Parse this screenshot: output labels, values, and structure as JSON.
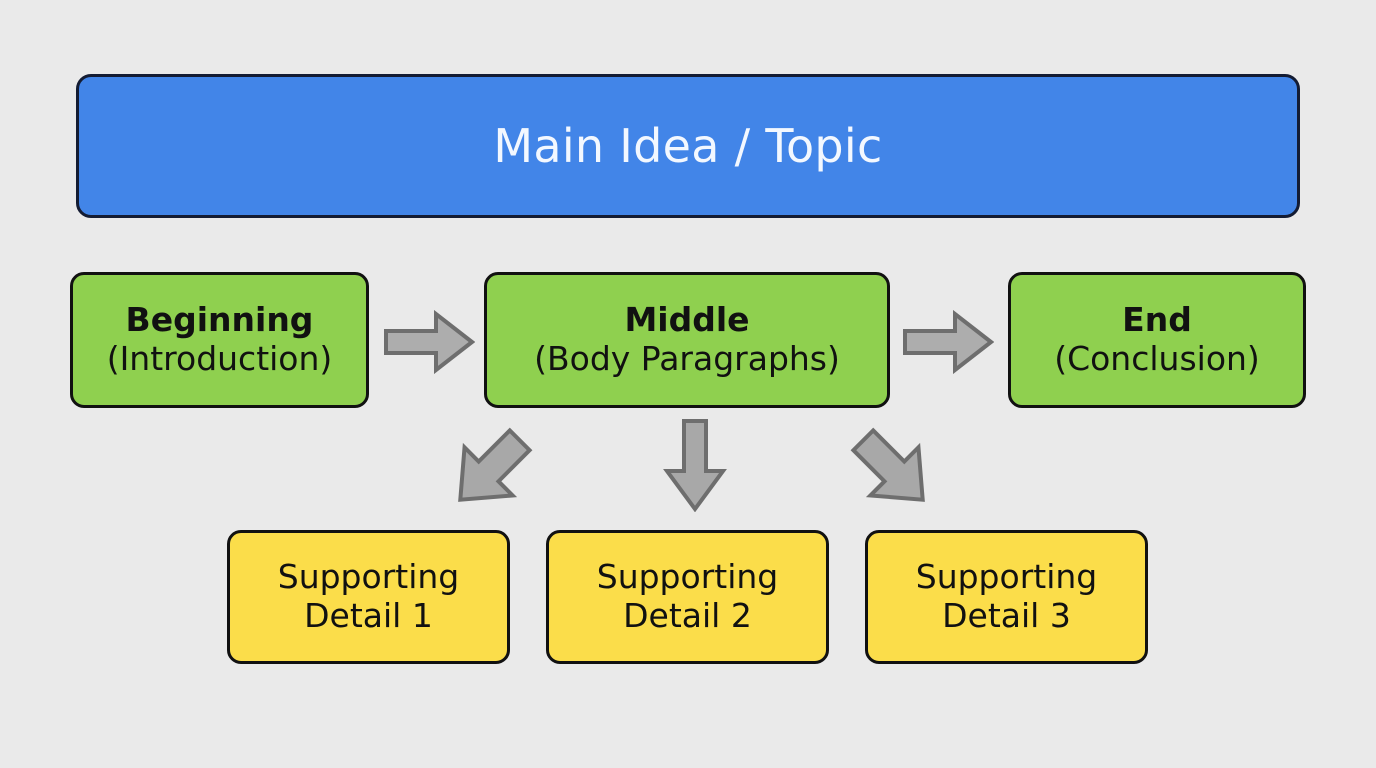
{
  "diagram": {
    "title_node": {
      "label": "Main Idea / Topic",
      "fill": "#4285e8",
      "border": "#141c33",
      "text_color": "#f3f8ff"
    },
    "background_color": "#eaeaea",
    "stage_nodes": [
      {
        "name": "beginning",
        "line_1": "Beginning",
        "line_2": "(Introduction)",
        "fill": "#8fd04f",
        "border": "#111111"
      },
      {
        "name": "middle",
        "line_1": "Middle",
        "line_2": "(Body Paragraphs)",
        "fill": "#8fd04f",
        "border": "#111111"
      },
      {
        "name": "end",
        "line_1": "End",
        "line_2": "(Conclusion)",
        "fill": "#8fd04f",
        "border": "#111111"
      }
    ],
    "detail_nodes": [
      {
        "name": "supporting-detail-1",
        "line_1": "Supporting",
        "line_2": "Detail 1",
        "fill": "#fbdd4a",
        "border": "#111111"
      },
      {
        "name": "supporting-detail-2",
        "line_1": "Supporting",
        "line_2": "Detail 2",
        "fill": "#fbdd4a",
        "border": "#111111"
      },
      {
        "name": "supporting-detail-3",
        "line_1": "Supporting",
        "line_2": "Detail 3",
        "fill": "#fbdd4a",
        "border": "#111111"
      }
    ],
    "connectors": [
      {
        "name": "beginning-to-middle",
        "direction": "right",
        "fill": "#adadad",
        "border": "#6e6e6e"
      },
      {
        "name": "middle-to-end",
        "direction": "right",
        "fill": "#adadad",
        "border": "#6e6e6e"
      },
      {
        "name": "middle-to-detail-1",
        "direction": "down-left",
        "fill": "#a8a8a8",
        "border": "#6e6e6e"
      },
      {
        "name": "middle-to-detail-2",
        "direction": "down",
        "fill": "#a8a8a8",
        "border": "#6e6e6e"
      },
      {
        "name": "middle-to-detail-3",
        "direction": "down-right",
        "fill": "#a8a8a8",
        "border": "#6e6e6e"
      }
    ]
  }
}
